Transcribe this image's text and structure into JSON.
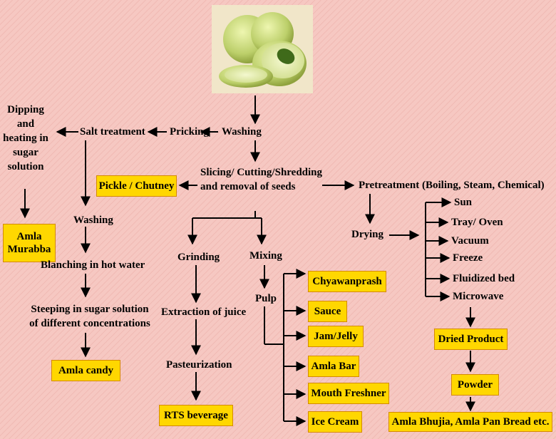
{
  "fruit_image": "amla fruit photo",
  "nodes": {
    "washing": "Washing",
    "pricking": "Pricking",
    "salt_treatment": "Salt treatment",
    "dipping": "Dipping and heating in sugar solution",
    "amla_murabba": "Amla Murabba",
    "washing2": "Washing",
    "blanching": "Blanching in hot water",
    "steeping": "Steeping in sugar solution of different concentrations",
    "amla_candy": "Amla candy",
    "slicing": "Slicing/ Cutting/Shredding  and removal of seeds",
    "pickle": "Pickle / Chutney",
    "pretreatment": "Pretreatment  (Boiling, Steam, Chemical)",
    "drying": "Drying",
    "sun": "Sun",
    "tray": "Tray/ Oven",
    "vacuum": "Vacuum",
    "freeze": "Freeze",
    "fluidized": "Fluidized bed",
    "microwave": "Microwave",
    "dried_product": "Dried Product",
    "powder": "Powder",
    "bhujia": "Amla Bhujia, Amla Pan Bread etc.",
    "grinding": "Grinding",
    "extraction": "Extraction of juice",
    "pasteurization": "Pasteurization",
    "rts": "RTS beverage",
    "mixing": "Mixing",
    "pulp": "Pulp",
    "chyawanprash": "Chyawanprash",
    "sauce": "Sauce",
    "jam": "Jam/Jelly",
    "amla_bar": "Amla Bar",
    "mouth_freshner": "Mouth Freshner",
    "ice_cream": "Ice Cream"
  },
  "colors": {
    "background": "#f6c8c2",
    "box_fill": "#ffd700",
    "box_border": "#d58a00",
    "arrow": "#000000"
  }
}
